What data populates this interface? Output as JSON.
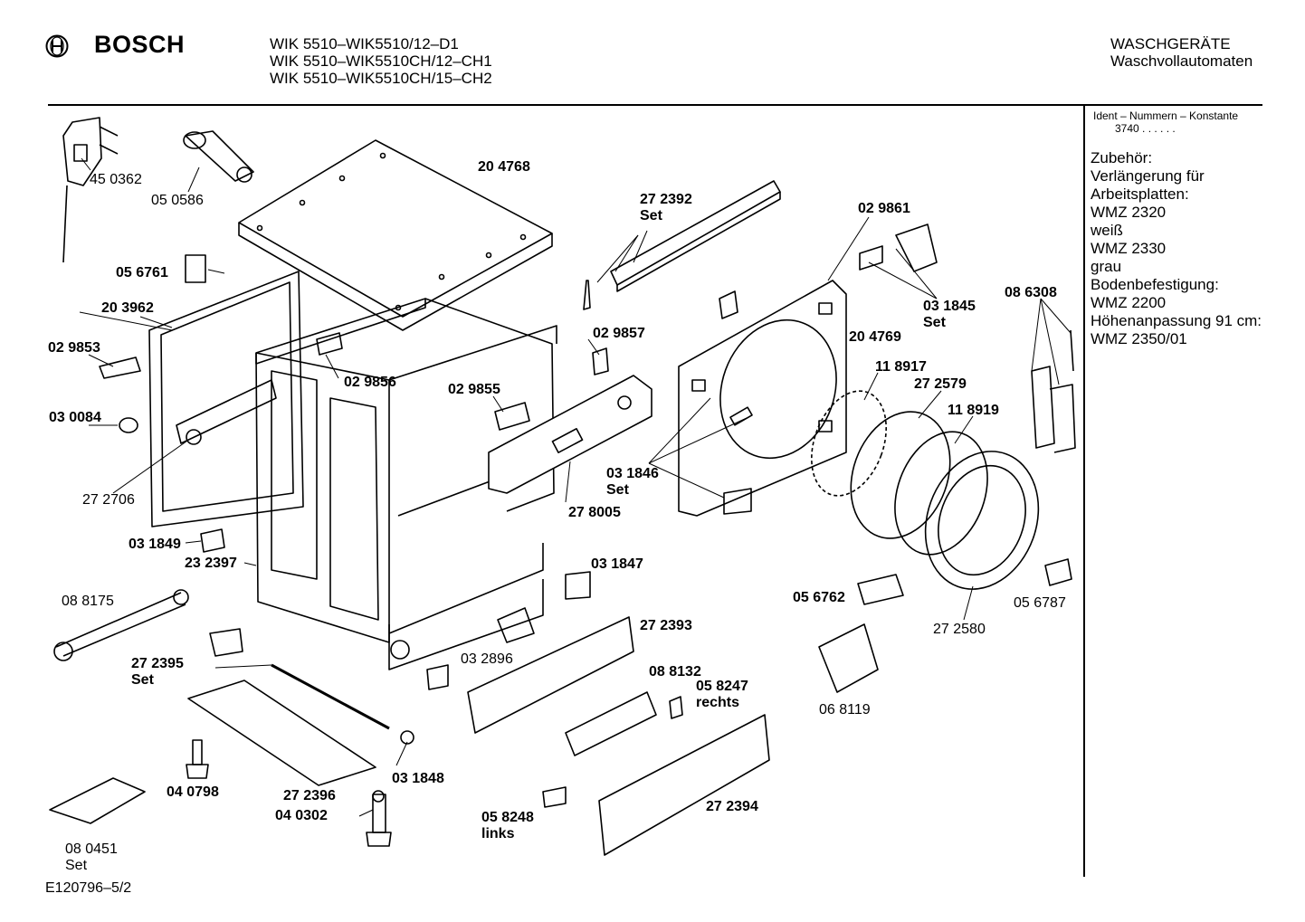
{
  "header": {
    "brand": "BOSCH",
    "models": [
      "WIK 5510–WIK5510/12–D1",
      "WIK 5510–WIK5510CH/12–CH1",
      "WIK 5510–WIK5510CH/15–CH2"
    ],
    "category_line1": "WASCHGERÄTE",
    "category_line2": "Waschvollautomaten"
  },
  "sidebar": {
    "ident_label": "Ident – Nummern – Konstante",
    "ident_value": "3740  .  .  .  .  .  .",
    "accessories": [
      "Zubehör:",
      "Verlängerung für",
      "Arbeitsplatten:",
      "WMZ 2320",
      "weiß",
      "WMZ 2330",
      "grau",
      "Bodenbefestigung:",
      "WMZ 2200",
      "Höhenanpassung 91 cm:",
      "WMZ 2350/01"
    ]
  },
  "parts": [
    {
      "id": "p450362",
      "text": "45 0362",
      "bold": false
    },
    {
      "id": "p050586",
      "text": "05 0586",
      "bold": false
    },
    {
      "id": "p204768",
      "text": "20 4768",
      "bold": true
    },
    {
      "id": "p272392",
      "text": "27 2392",
      "bold": true
    },
    {
      "id": "p272392set",
      "text": "Set",
      "bold": true
    },
    {
      "id": "p029861",
      "text": "02 9861",
      "bold": true
    },
    {
      "id": "p056761",
      "text": "05 6761",
      "bold": true
    },
    {
      "id": "p203962",
      "text": "20 3962",
      "bold": true
    },
    {
      "id": "p031845",
      "text": "03 1845",
      "bold": true
    },
    {
      "id": "p031845set",
      "text": "Set",
      "bold": true
    },
    {
      "id": "p086308",
      "text": "08 6308",
      "bold": true
    },
    {
      "id": "p029853",
      "text": "02 9853",
      "bold": true
    },
    {
      "id": "p029857",
      "text": "02 9857",
      "bold": true
    },
    {
      "id": "p204769",
      "text": "20 4769",
      "bold": true
    },
    {
      "id": "p029856",
      "text": "02 9856",
      "bold": true
    },
    {
      "id": "p118917",
      "text": "11 8917",
      "bold": true
    },
    {
      "id": "p029855",
      "text": "02 9855",
      "bold": true
    },
    {
      "id": "p272579",
      "text": "27 2579",
      "bold": true
    },
    {
      "id": "p030084",
      "text": "03 0084",
      "bold": true
    },
    {
      "id": "p118919",
      "text": "11 8919",
      "bold": true
    },
    {
      "id": "p031846",
      "text": "03 1846",
      "bold": true
    },
    {
      "id": "p031846set",
      "text": "Set",
      "bold": true
    },
    {
      "id": "p272706",
      "text": "27 2706",
      "bold": false
    },
    {
      "id": "p278005",
      "text": "27 8005",
      "bold": true
    },
    {
      "id": "p031849",
      "text": "03 1849",
      "bold": true
    },
    {
      "id": "p232397",
      "text": "23 2397",
      "bold": true
    },
    {
      "id": "p031847",
      "text": "03 1847",
      "bold": true
    },
    {
      "id": "p088175",
      "text": "08 8175",
      "bold": false
    },
    {
      "id": "p056762",
      "text": "05 6762",
      "bold": true
    },
    {
      "id": "p056787",
      "text": "05 6787",
      "bold": false
    },
    {
      "id": "p272393",
      "text": "27 2393",
      "bold": true
    },
    {
      "id": "p272580",
      "text": "27 2580",
      "bold": false
    },
    {
      "id": "p032896",
      "text": "03 2896",
      "bold": false
    },
    {
      "id": "p272395",
      "text": "27 2395",
      "bold": true
    },
    {
      "id": "p272395set",
      "text": "Set",
      "bold": true
    },
    {
      "id": "p088132",
      "text": "08 8132",
      "bold": true
    },
    {
      "id": "p058247",
      "text": "05 8247",
      "bold": true
    },
    {
      "id": "p058247r",
      "text": "rechts",
      "bold": true
    },
    {
      "id": "p068119",
      "text": "06 8119",
      "bold": false
    },
    {
      "id": "p031848",
      "text": "03 1848",
      "bold": true
    },
    {
      "id": "p040798",
      "text": "04 0798",
      "bold": true
    },
    {
      "id": "p272396",
      "text": "27 2396",
      "bold": true
    },
    {
      "id": "p040302",
      "text": "04 0302",
      "bold": true
    },
    {
      "id": "p272394",
      "text": "27 2394",
      "bold": true
    },
    {
      "id": "p058248",
      "text": "05 8248",
      "bold": true
    },
    {
      "id": "p058248l",
      "text": "links",
      "bold": true
    },
    {
      "id": "p080451",
      "text": "08 0451",
      "bold": false
    },
    {
      "id": "p080451set",
      "text": "Set",
      "bold": false
    }
  ],
  "footer": {
    "drawing_code": "E120796–5/2"
  }
}
